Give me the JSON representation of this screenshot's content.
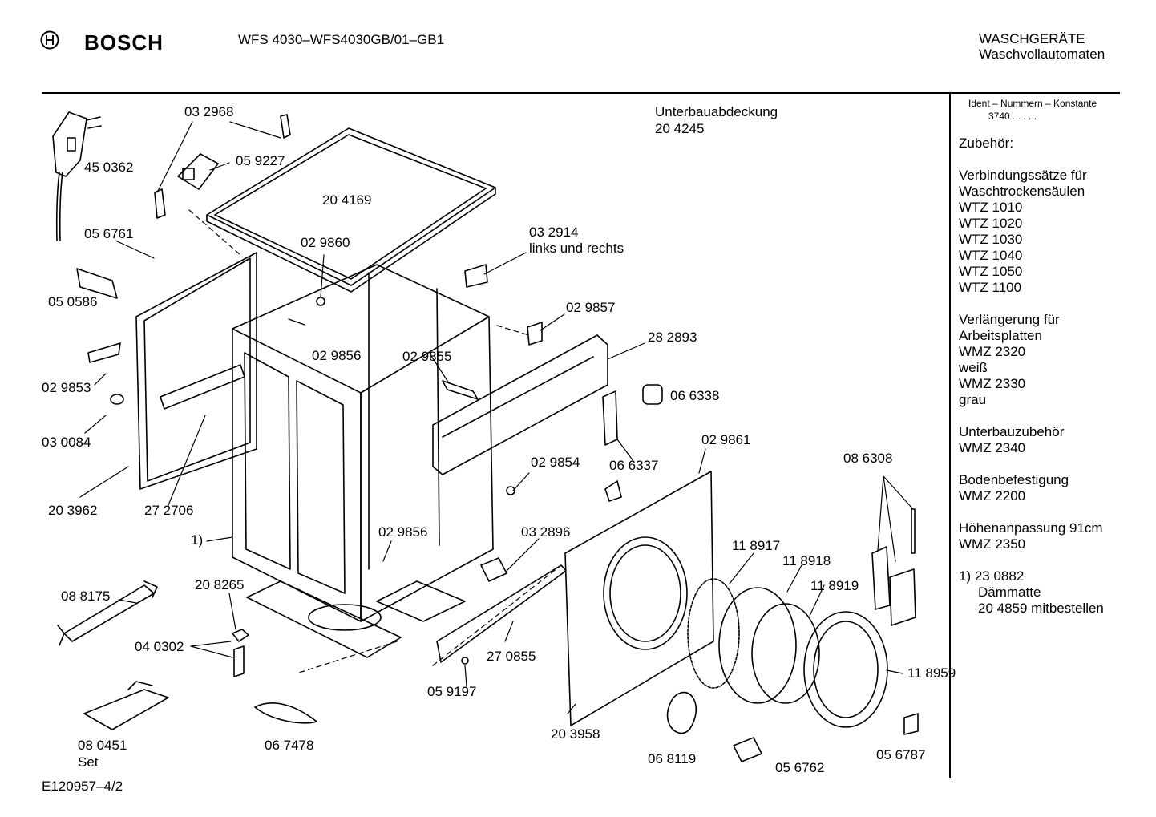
{
  "header": {
    "brand": "BOSCH",
    "model": "WFS 4030–WFS4030GB/01–GB1",
    "category_line1": "WASCHGERÄTE",
    "category_line2": "Waschvollautomaten"
  },
  "ident": {
    "label": "Ident – Nummern – Konstante",
    "value": "3740 . . . . ."
  },
  "sidebar": {
    "lines": [
      "Zubehör:",
      "",
      "Verbindungssätze für",
      "Waschtrockensäulen",
      "WTZ 1010",
      "WTZ 1020",
      "WTZ 1030",
      "WTZ 1040",
      "WTZ 1050",
      "WTZ 1100",
      "",
      "Verlängerung für",
      "Arbeitsplatten",
      "WMZ 2320",
      "weiß",
      "WMZ 2330",
      "grau",
      "",
      "Unterbauzubehör",
      "WMZ 2340",
      "",
      "Bodenbefestigung",
      "WMZ 2200",
      "",
      "Höhenanpassung  91cm",
      "WMZ 2350",
      "",
      "1)  23 0882",
      "Dämmatte",
      "20 4859 mitbestellen"
    ]
  },
  "parts": {
    "p032968": "03 2968",
    "p450362": "45 0362",
    "p059227": "05 9227",
    "p204169": "20 4169",
    "p056761": "05 6761",
    "p029860": "02 9860",
    "p032914": "03 2914",
    "p032914_note": "links und rechts",
    "p050586": "05 0586",
    "p029857": "02 9857",
    "p282893": "28 2893",
    "p029853": "02 9853",
    "p029856a": "02 9856",
    "p029855": "02 9855",
    "p066338": "06 6338",
    "p030084": "03 0084",
    "p066337": "06 6337",
    "p029861": "02 9861",
    "p029854": "02 9854",
    "p086308": "08 6308",
    "p203962": "20 3962",
    "p272706": "27 2706",
    "p029856b": "02 9856",
    "p032896": "03 2896",
    "p118917": "11 8917",
    "p118918": "11 8918",
    "p118919": "11 8919",
    "ref1": "1)",
    "p088175": "08 8175",
    "p208265": "20 8265",
    "p040302": "04 0302",
    "p270855": "27 0855",
    "p118959": "11 8959",
    "p059197": "05 9197",
    "p203958": "20 3958",
    "p080451": "08  0451",
    "p080451_set": "Set",
    "p067478": "06 7478",
    "p068119": "06 8119",
    "p056762": "05 6762",
    "p056787": "05 6787"
  },
  "unterbau": {
    "title": "Unterbauabdeckung",
    "number": "20 4245"
  },
  "footer": {
    "code": "E120957–4/2"
  }
}
